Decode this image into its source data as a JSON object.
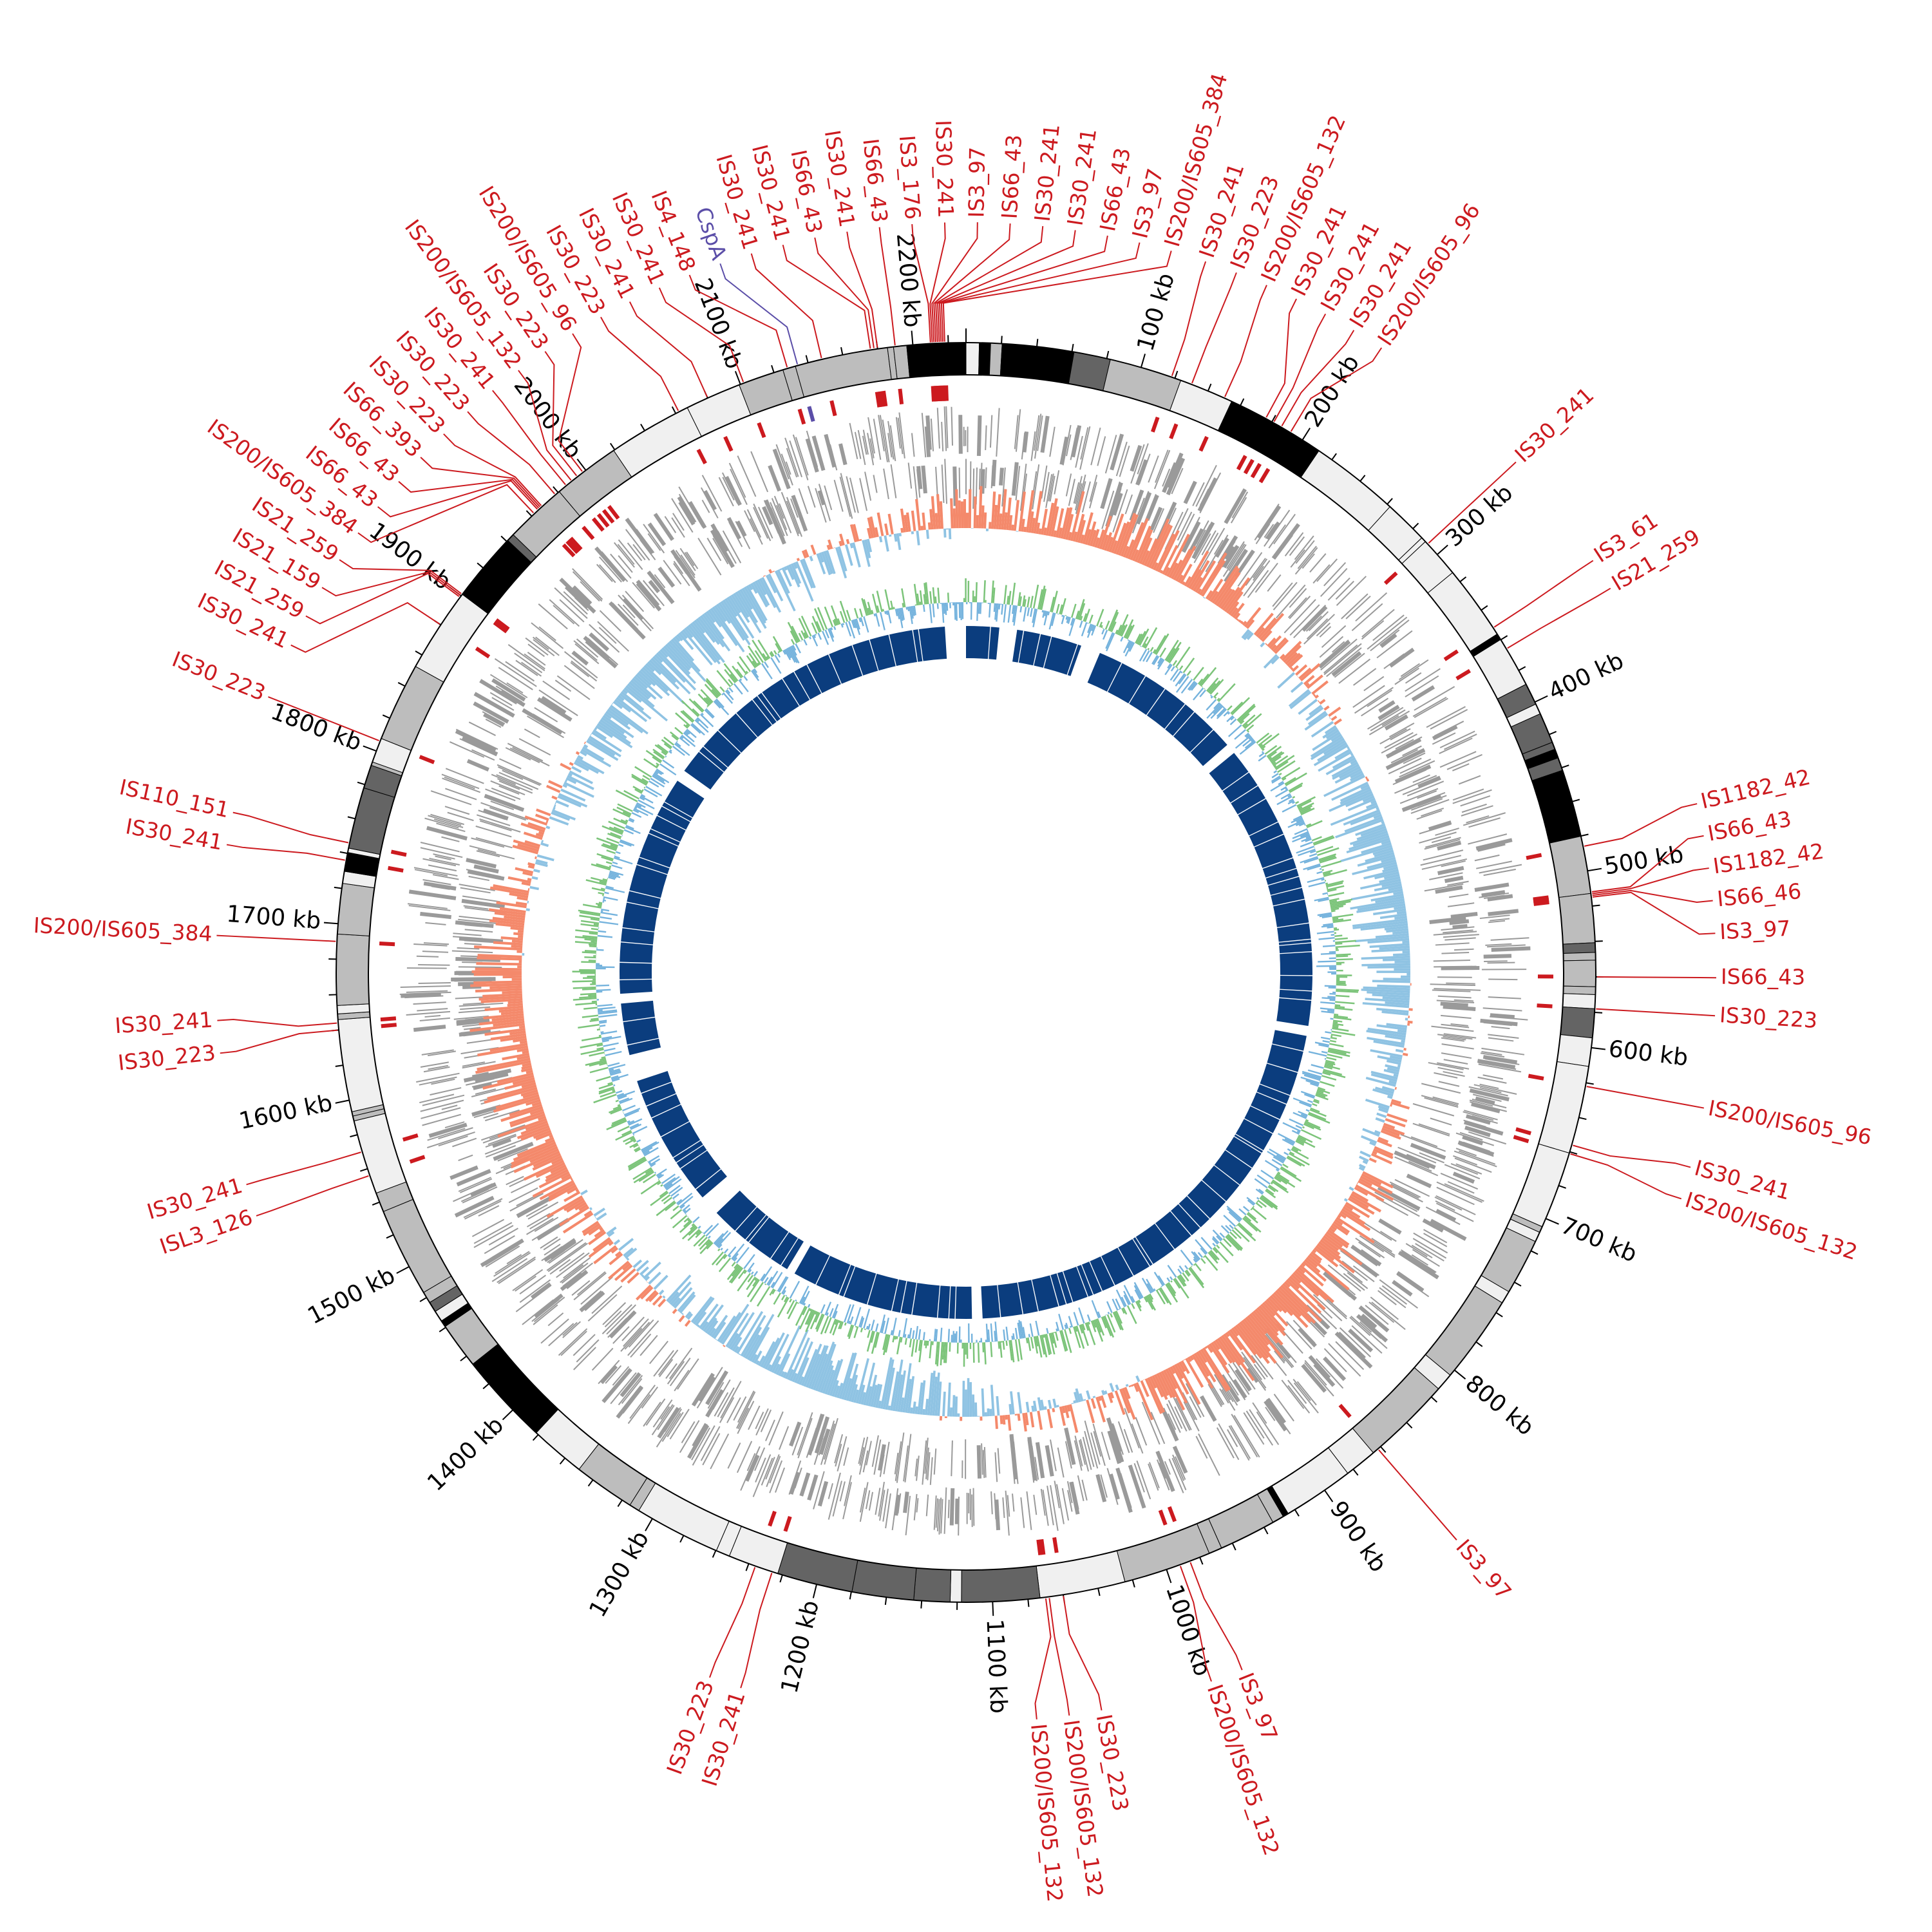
{
  "genome_length_kb": 2230,
  "colors": {
    "label_red": "#cc1a1f",
    "label_blue": "#5b4ea8",
    "gc_skew_positive": "#f4896b",
    "gc_skew_negative": "#8fc3e3",
    "gc_content_above": "#7cc47a",
    "gc_content_below": "#75b3dd",
    "gene_gray": "#9a9a9a",
    "inner_block": "#0b3d7e"
  },
  "scale_ticks": [
    {
      "kb": 100,
      "label": "100 kb"
    },
    {
      "kb": 200,
      "label": "200 kb"
    },
    {
      "kb": 300,
      "label": "300 kb"
    },
    {
      "kb": 400,
      "label": "400 kb"
    },
    {
      "kb": 500,
      "label": "500 kb"
    },
    {
      "kb": 600,
      "label": "600 kb"
    },
    {
      "kb": 700,
      "label": "700 kb"
    },
    {
      "kb": 800,
      "label": "800 kb"
    },
    {
      "kb": 900,
      "label": "900 kb"
    },
    {
      "kb": 1000,
      "label": "1000 kb"
    },
    {
      "kb": 1100,
      "label": "1100 kb"
    },
    {
      "kb": 1200,
      "label": "1200 kb"
    },
    {
      "kb": 1300,
      "label": "1300 kb"
    },
    {
      "kb": 1400,
      "label": "1400 kb"
    },
    {
      "kb": 1500,
      "label": "1500 kb"
    },
    {
      "kb": 1600,
      "label": "1600 kb"
    },
    {
      "kb": 1700,
      "label": "1700 kb"
    },
    {
      "kb": 1800,
      "label": "1800 kb"
    },
    {
      "kb": 1900,
      "label": "1900 kb"
    },
    {
      "kb": 2000,
      "label": "2000 kb"
    },
    {
      "kb": 2100,
      "label": "2100 kb"
    },
    {
      "kb": 2200,
      "label": "2200 kb"
    }
  ],
  "features": [
    {
      "label": "IS30_241",
      "kb": 118
    },
    {
      "label": "IS30_223",
      "kb": 130
    },
    {
      "label": "IS200/IS605_132",
      "kb": 150
    },
    {
      "label": "IS30_241",
      "kb": 176
    },
    {
      "label": "IS30_241",
      "kb": 181
    },
    {
      "label": "IS30_241",
      "kb": 186
    },
    {
      "label": "IS200/IS605_96",
      "kb": 192
    },
    {
      "label": "IS30_241",
      "kb": 292
    },
    {
      "label": "IS3_61",
      "kb": 352
    },
    {
      "label": "IS21_259",
      "kb": 366
    },
    {
      "label": "IS1182_42",
      "kb": 486
    },
    {
      "label": "IS66_43",
      "kb": 512
    },
    {
      "label": "IS1182_42",
      "kb": 513
    },
    {
      "label": "IS66_46",
      "kb": 514
    },
    {
      "label": "IS3_97",
      "kb": 515
    },
    {
      "label": "IS66_43",
      "kb": 560
    },
    {
      "label": "IS30_223",
      "kb": 578
    },
    {
      "label": "IS200/IS605_96",
      "kb": 622
    },
    {
      "label": "IS30_241",
      "kb": 656
    },
    {
      "label": "IS200/IS605_132",
      "kb": 661
    },
    {
      "label": "IS3_97",
      "kb": 862
    },
    {
      "label": "IS3_97",
      "kb": 986
    },
    {
      "label": "IS200/IS605_132",
      "kb": 992
    },
    {
      "label": "IS30_223",
      "kb": 1060
    },
    {
      "label": "IS200/IS605_132",
      "kb": 1068
    },
    {
      "label": "IS200/IS605_132",
      "kb": 1070
    },
    {
      "label": "IS30_241",
      "kb": 1226
    },
    {
      "label": "IS30_223",
      "kb": 1236
    },
    {
      "label": "ISL3_126",
      "kb": 1556
    },
    {
      "label": "IS30_241",
      "kb": 1570
    },
    {
      "label": "IS30_223",
      "kb": 1640
    },
    {
      "label": "IS30_241",
      "kb": 1644
    },
    {
      "label": "IS200/IS605_384",
      "kb": 1690
    },
    {
      "label": "IS30_241",
      "kb": 1736
    },
    {
      "label": "IS110_151",
      "kb": 1746
    },
    {
      "label": "IS30_223",
      "kb": 1806
    },
    {
      "label": "IS30_241",
      "kb": 1880
    },
    {
      "label": "IS21_259",
      "kb": 1899
    },
    {
      "label": "IS21_159",
      "kb": 1900
    },
    {
      "label": "IS21_259",
      "kb": 1901
    },
    {
      "label": "IS200/IS605_384",
      "kb": 1962
    },
    {
      "label": "IS66_43",
      "kb": 1965
    },
    {
      "label": "IS66_43",
      "kb": 1966
    },
    {
      "label": "IS66_393",
      "kb": 1967
    },
    {
      "label": "IS30_223",
      "kb": 1968
    },
    {
      "label": "IS30_223",
      "kb": 1978
    },
    {
      "label": "IS30_241",
      "kb": 1986
    },
    {
      "label": "IS200/IS605_132",
      "kb": 1990
    },
    {
      "label": "IS30_223",
      "kb": 1994
    },
    {
      "label": "IS200/IS605_96",
      "kb": 1998
    },
    {
      "label": "IS30_223",
      "kb": 2062
    },
    {
      "label": "IS30_241",
      "kb": 2080
    },
    {
      "label": "IS30_241",
      "kb": 2102
    },
    {
      "label": "IS4_148",
      "kb": 2128
    },
    {
      "label": "CspA",
      "kb": 2134,
      "color": "blue"
    },
    {
      "label": "IS30_241",
      "kb": 2148
    },
    {
      "label": "IS30_241",
      "kb": 2176
    },
    {
      "label": "IS66_43",
      "kb": 2178
    },
    {
      "label": "IS30_241",
      "kb": 2180
    },
    {
      "label": "IS66_43",
      "kb": 2190
    },
    {
      "label": "IS3_176",
      "kb": 2210
    },
    {
      "label": "IS30_241",
      "kb": 2211
    },
    {
      "label": "IS3_97",
      "kb": 2212
    },
    {
      "label": "IS66_43",
      "kb": 2213
    },
    {
      "label": "IS30_241",
      "kb": 2214
    },
    {
      "label": "IS30_241",
      "kb": 2215
    },
    {
      "label": "IS66_43",
      "kb": 2216
    },
    {
      "label": "IS3_97",
      "kb": 2217
    },
    {
      "label": "IS200/IS605_384",
      "kb": 2218
    }
  ]
}
